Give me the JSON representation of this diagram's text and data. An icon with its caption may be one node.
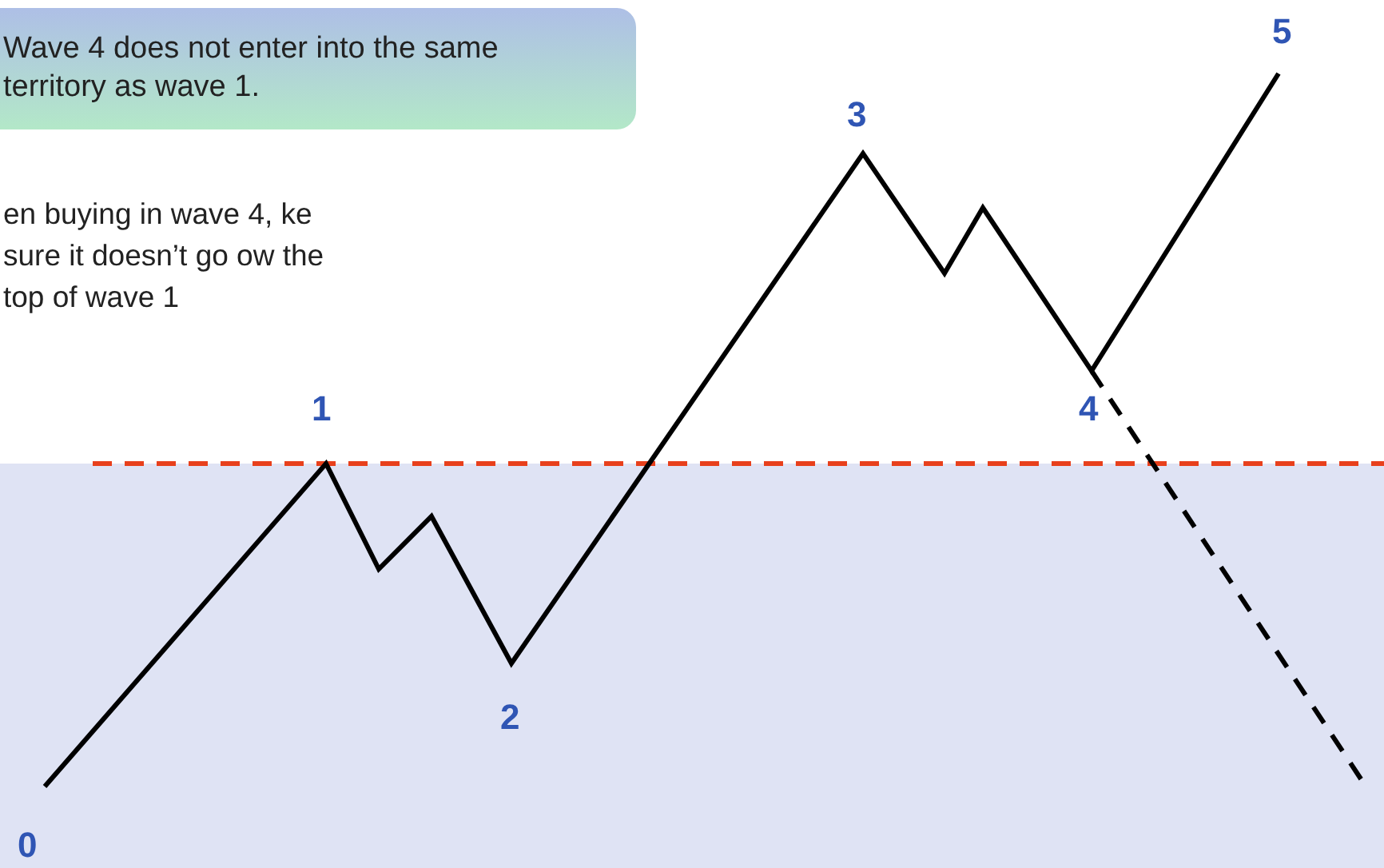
{
  "diagram": {
    "nodes": [
      {
        "text": [
          "Wave 4 does not enter into the same territory as wave 1."
        ]
      }
    ],
    "labels": [
      "en buying in wave 4, ke sure it doesn’t go ow the top of wave 1",
      "5",
      "3",
      "1",
      "4",
      "2",
      "0"
    ]
  }
}
